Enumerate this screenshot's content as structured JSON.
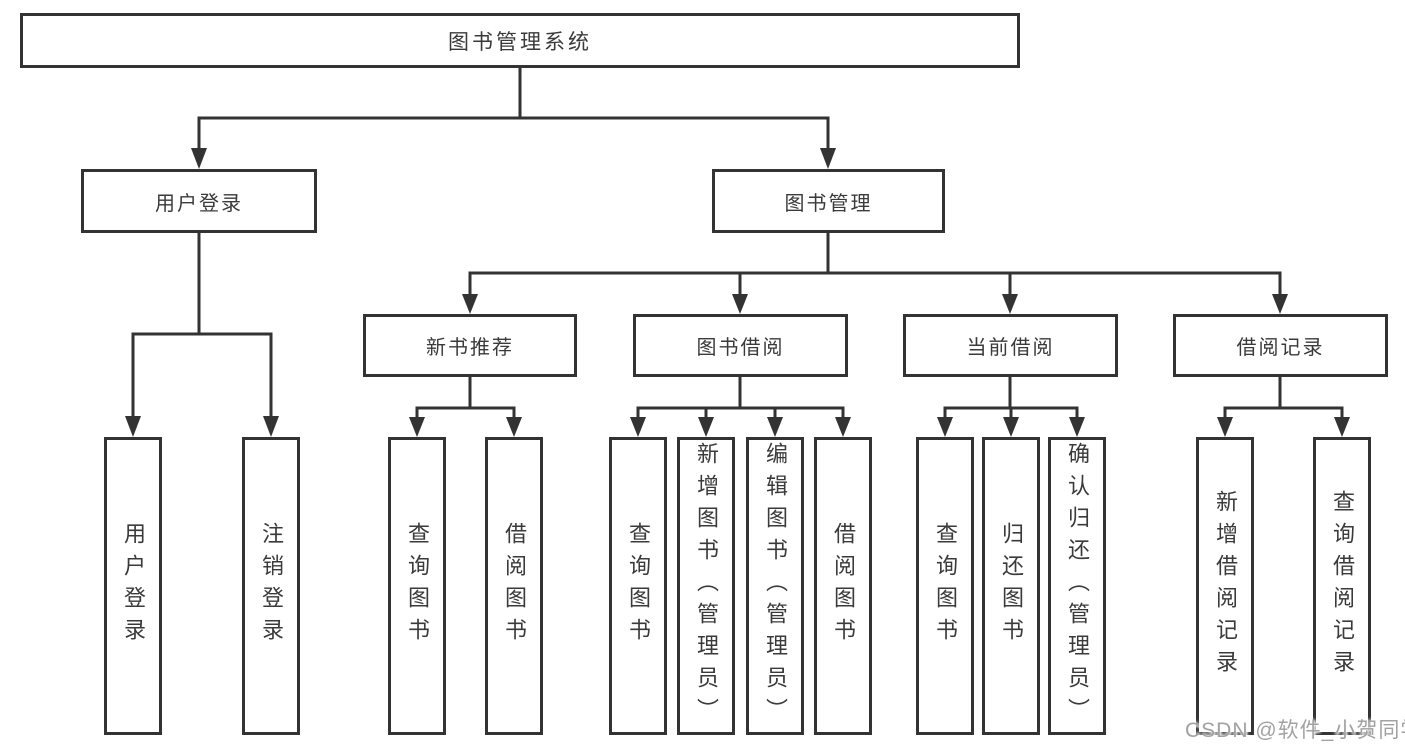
{
  "diagram": {
    "title": "图书管理系统",
    "colors": {
      "line": "#333333",
      "box_border": "#333333",
      "text": "#3a3a3a",
      "background": "#ffffff",
      "watermark": "#a2a2a3"
    },
    "tree": {
      "root": {
        "label": "图书管理系统"
      },
      "branches": [
        {
          "label": "用户登录",
          "children": [
            {
              "label": "用户登录"
            },
            {
              "label": "注销登录"
            }
          ]
        },
        {
          "label": "图书管理",
          "children": [
            {
              "label": "新书推荐",
              "children": [
                {
                  "label": "查询图书"
                },
                {
                  "label": "借阅图书"
                }
              ]
            },
            {
              "label": "图书借阅",
              "children": [
                {
                  "label": "查询图书"
                },
                {
                  "label": "新增图书（管理员）"
                },
                {
                  "label": "编辑图书（管理员）"
                },
                {
                  "label": "借阅图书"
                }
              ]
            },
            {
              "label": "当前借阅",
              "children": [
                {
                  "label": "查询图书"
                },
                {
                  "label": "归还图书"
                },
                {
                  "label": "确认归还（管理员）"
                }
              ]
            },
            {
              "label": "借阅记录",
              "children": [
                {
                  "label": "新增借阅记录"
                },
                {
                  "label": "查询借阅记录"
                }
              ]
            }
          ]
        }
      ]
    },
    "watermark": {
      "text": "CSDN @软件_小贺同学"
    }
  }
}
